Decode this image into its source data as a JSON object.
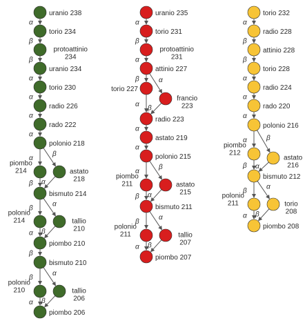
{
  "colors": {
    "uranium_series": "#3f6b2a",
    "neptunium_series": "#d81e1e",
    "thorium_series": "#f7c436",
    "node_stroke": "#2a2a2a",
    "arrow": "#555555",
    "text": "#2a2a2a"
  },
  "symbols": {
    "alpha": "α",
    "beta": "β"
  },
  "chains": [
    {
      "name": "uranio-238",
      "color_key": "uranium_series",
      "nodes": [
        {
          "id": "u238",
          "label": [
            "uranio 238"
          ]
        },
        {
          "id": "th234",
          "label": [
            "torio 234"
          ]
        },
        {
          "id": "pa234",
          "label": [
            "protoattinio",
            "234"
          ]
        },
        {
          "id": "u234",
          "label": [
            "uranio 234"
          ]
        },
        {
          "id": "th230",
          "label": [
            "torio 230"
          ]
        },
        {
          "id": "ra226",
          "label": [
            "radio 226"
          ]
        },
        {
          "id": "rn222",
          "label": [
            "rado 222"
          ]
        },
        {
          "id": "po218",
          "label": [
            "polonio 218"
          ]
        },
        {
          "id": "pb214",
          "label": [
            "piombo",
            "214"
          ]
        },
        {
          "id": "at218",
          "label": [
            "astato",
            "218"
          ]
        },
        {
          "id": "bi214",
          "label": [
            "bismuto 214"
          ]
        },
        {
          "id": "po214",
          "label": [
            "polonio",
            "214"
          ]
        },
        {
          "id": "tl210",
          "label": [
            "tallio",
            "210"
          ]
        },
        {
          "id": "pb210",
          "label": [
            "piombo 210"
          ]
        },
        {
          "id": "bi210",
          "label": [
            "bismuto 210"
          ]
        },
        {
          "id": "po210",
          "label": [
            "polonio",
            "210"
          ]
        },
        {
          "id": "tl206",
          "label": [
            "tallio",
            "206"
          ]
        },
        {
          "id": "pb206",
          "label": [
            "piombo 206"
          ]
        }
      ],
      "edges": [
        {
          "from": "u238",
          "to": "th234",
          "decay": "alpha"
        },
        {
          "from": "th234",
          "to": "pa234",
          "decay": "beta"
        },
        {
          "from": "pa234",
          "to": "u234",
          "decay": "beta"
        },
        {
          "from": "u234",
          "to": "th230",
          "decay": "alpha"
        },
        {
          "from": "th230",
          "to": "ra226",
          "decay": "alpha"
        },
        {
          "from": "ra226",
          "to": "rn222",
          "decay": "alpha"
        },
        {
          "from": "rn222",
          "to": "po218",
          "decay": "alpha"
        },
        {
          "from": "po218",
          "to": "pb214",
          "decay": "alpha"
        },
        {
          "from": "po218",
          "to": "at218",
          "decay": "beta"
        },
        {
          "from": "pb214",
          "to": "bi214",
          "decay": "beta"
        },
        {
          "from": "at218",
          "to": "bi214",
          "decay": "alpha"
        },
        {
          "from": "bi214",
          "to": "po214",
          "decay": "beta"
        },
        {
          "from": "bi214",
          "to": "tl210",
          "decay": "alpha"
        },
        {
          "from": "po214",
          "to": "pb210",
          "decay": "alpha"
        },
        {
          "from": "tl210",
          "to": "pb210",
          "decay": "beta"
        },
        {
          "from": "pb210",
          "to": "bi210",
          "decay": "beta"
        },
        {
          "from": "bi210",
          "to": "po210",
          "decay": "beta"
        },
        {
          "from": "bi210",
          "to": "tl206",
          "decay": "alpha"
        },
        {
          "from": "po210",
          "to": "pb206",
          "decay": "alpha"
        },
        {
          "from": "tl206",
          "to": "pb206",
          "decay": "beta"
        }
      ]
    },
    {
      "name": "uranio-235",
      "color_key": "neptunium_series",
      "nodes": [
        {
          "id": "u235",
          "label": [
            "uranio 235"
          ]
        },
        {
          "id": "th231",
          "label": [
            "torio 231"
          ]
        },
        {
          "id": "pa231",
          "label": [
            "protoattinio",
            "231"
          ]
        },
        {
          "id": "ac227",
          "label": [
            "attinio 227"
          ]
        },
        {
          "id": "th227",
          "label": [
            "torio 227"
          ]
        },
        {
          "id": "fr223",
          "label": [
            "francio",
            "223"
          ]
        },
        {
          "id": "ra223",
          "label": [
            "radio 223"
          ]
        },
        {
          "id": "at219",
          "label": [
            "astato 219"
          ]
        },
        {
          "id": "po215",
          "label": [
            "polonio 215"
          ]
        },
        {
          "id": "pb211",
          "label": [
            "piombo",
            "211"
          ]
        },
        {
          "id": "at215",
          "label": [
            "astato",
            "215"
          ]
        },
        {
          "id": "bi211",
          "label": [
            "bismuto 211"
          ]
        },
        {
          "id": "po211",
          "label": [
            "polonio",
            "211"
          ]
        },
        {
          "id": "tl207",
          "label": [
            "tallio",
            "207"
          ]
        },
        {
          "id": "pb207",
          "label": [
            "piombo 207"
          ]
        }
      ],
      "edges": [
        {
          "from": "u235",
          "to": "th231",
          "decay": "alpha"
        },
        {
          "from": "th231",
          "to": "pa231",
          "decay": "beta"
        },
        {
          "from": "pa231",
          "to": "ac227",
          "decay": "alpha"
        },
        {
          "from": "ac227",
          "to": "th227",
          "decay": "beta"
        },
        {
          "from": "ac227",
          "to": "fr223",
          "decay": "alpha"
        },
        {
          "from": "th227",
          "to": "ra223",
          "decay": "alpha"
        },
        {
          "from": "fr223",
          "to": "ra223",
          "decay": "beta"
        },
        {
          "from": "ra223",
          "to": "at219",
          "decay": "alpha"
        },
        {
          "from": "at219",
          "to": "po215",
          "decay": "alpha"
        },
        {
          "from": "po215",
          "to": "pb211",
          "decay": "alpha"
        },
        {
          "from": "po215",
          "to": "at215",
          "decay": "beta"
        },
        {
          "from": "pb211",
          "to": "bi211",
          "decay": "beta"
        },
        {
          "from": "at215",
          "to": "bi211",
          "decay": "alpha"
        },
        {
          "from": "bi211",
          "to": "po211",
          "decay": "beta"
        },
        {
          "from": "bi211",
          "to": "tl207",
          "decay": "alpha"
        },
        {
          "from": "po211",
          "to": "pb207",
          "decay": "alpha"
        },
        {
          "from": "tl207",
          "to": "pb207",
          "decay": "beta"
        }
      ]
    },
    {
      "name": "torio-232",
      "color_key": "thorium_series",
      "nodes": [
        {
          "id": "th232",
          "label": [
            "torio 232"
          ]
        },
        {
          "id": "ra228",
          "label": [
            "radio 228"
          ]
        },
        {
          "id": "ac228",
          "label": [
            "attinio 228"
          ]
        },
        {
          "id": "th228",
          "label": [
            "torio 228"
          ]
        },
        {
          "id": "ra224",
          "label": [
            "radio 224"
          ]
        },
        {
          "id": "rn220",
          "label": [
            "rado 220"
          ]
        },
        {
          "id": "po216",
          "label": [
            "polonio 216"
          ]
        },
        {
          "id": "pb212",
          "label": [
            "piombo",
            "212"
          ]
        },
        {
          "id": "at216",
          "label": [
            "astato",
            "216"
          ]
        },
        {
          "id": "bi212",
          "label": [
            "bismuto 212"
          ]
        },
        {
          "id": "po212",
          "label": [
            "polonio",
            "211"
          ]
        },
        {
          "id": "tl208",
          "label": [
            "torio",
            "208"
          ]
        },
        {
          "id": "pb208",
          "label": [
            "piombo 208"
          ]
        }
      ],
      "edges": [
        {
          "from": "th232",
          "to": "ra228",
          "decay": "alpha"
        },
        {
          "from": "ra228",
          "to": "ac228",
          "decay": "beta"
        },
        {
          "from": "ac228",
          "to": "th228",
          "decay": "beta"
        },
        {
          "from": "th228",
          "to": "ra224",
          "decay": "alpha"
        },
        {
          "from": "ra224",
          "to": "rn220",
          "decay": "alpha"
        },
        {
          "from": "rn220",
          "to": "po216",
          "decay": "alpha"
        },
        {
          "from": "po216",
          "to": "pb212",
          "decay": "alpha"
        },
        {
          "from": "po216",
          "to": "at216",
          "decay": "beta"
        },
        {
          "from": "pb212",
          "to": "bi212",
          "decay": "beta"
        },
        {
          "from": "at216",
          "to": "bi212",
          "decay": "alpha"
        },
        {
          "from": "bi212",
          "to": "po212",
          "decay": "beta"
        },
        {
          "from": "bi212",
          "to": "tl208",
          "decay": "alpha"
        },
        {
          "from": "po212",
          "to": "pb208",
          "decay": "alpha"
        },
        {
          "from": "tl208",
          "to": "pb208",
          "decay": "beta"
        }
      ]
    }
  ]
}
